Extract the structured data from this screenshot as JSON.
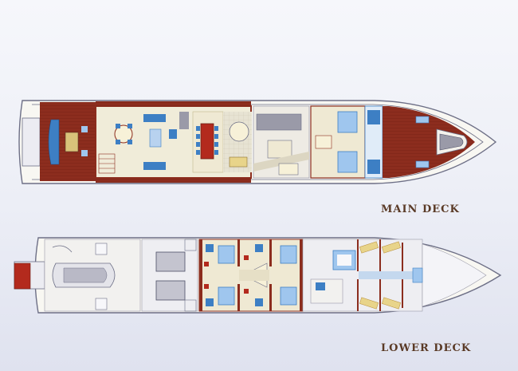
{
  "decks": [
    {
      "id": "main",
      "label": "MAIN DECK"
    },
    {
      "id": "lower",
      "label": "LOWER DECK"
    }
  ],
  "colors": {
    "wood": "#8c2d1e",
    "wood_dark": "#6b1f14",
    "hull_outline": "#6d6f86",
    "floor": "#f0ecd9",
    "furniture_blue": "#3d7fc4",
    "furniture_light_blue": "#9fc6ee",
    "grey_panel": "#9a9aa8",
    "label": "#5a3a26",
    "accent_red": "#b32a1d",
    "yellow_accent": "#e8d48a"
  }
}
